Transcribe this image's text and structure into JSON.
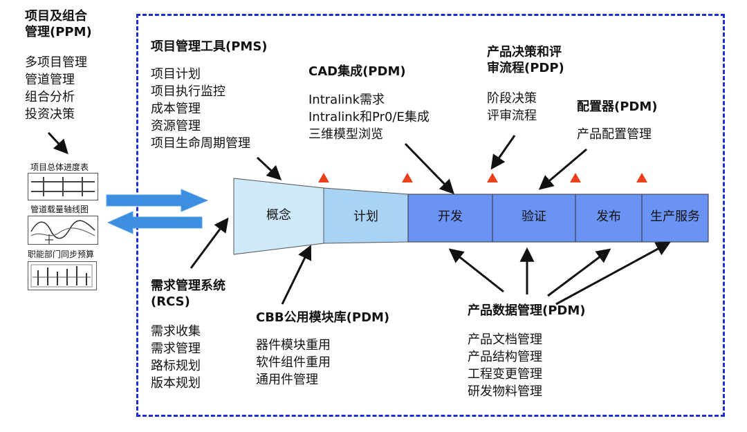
{
  "ppm": {
    "title_line1": "项目及组合",
    "title_line2": "管理(PPM)",
    "items": [
      "多项目管理",
      "管道管理",
      "组合分析",
      "投资决策"
    ],
    "icon_labels": [
      "项目总体进度表",
      "管道载量轴线图",
      "职能部门同步预算"
    ]
  },
  "pms": {
    "title": "项目管理工具(PMS)",
    "items": [
      "项目计划",
      "项目执行监控",
      "成本管理",
      "资源管理",
      "项目生命周期管理"
    ]
  },
  "cad": {
    "title": "CAD集成(PDM)",
    "items": [
      "Intralink需求",
      "Intralink和Pr0/E集成",
      "三维模型浏览"
    ]
  },
  "pdp": {
    "title_line1": "产品决策和评",
    "title_line2": "审流程(PDP)",
    "items": [
      "阶段决策",
      "评审流程"
    ]
  },
  "configurator": {
    "title": "配置器(PDM)",
    "items": [
      "产品配置管理"
    ]
  },
  "rcs": {
    "title_line1": "需求管理系统",
    "title_line2": "(RCS)",
    "items": [
      "需求收集",
      "需求管理",
      "路标规划",
      "版本规划"
    ]
  },
  "cbb": {
    "title": "CBB公用模块库(PDM)",
    "items": [
      "器件模块重用",
      "软件组件重用",
      "通用件管理"
    ]
  },
  "pdm": {
    "title": "产品数据管理(PDM)",
    "items": [
      "产品文档管理",
      "产品结构管理",
      "工程变更管理",
      "研发物料管理"
    ]
  },
  "phases": [
    "概念",
    "计划",
    "开发",
    "验证",
    "发布",
    "生产服务"
  ],
  "colors": {
    "frame": "#1b2fd4",
    "phase_concept": "#cde9fa",
    "phase_plan": "#a9d3f5",
    "phase_dev": "#6b93f3",
    "triangle": "#e8411b",
    "flow_arrow": "#3b8ee0"
  }
}
